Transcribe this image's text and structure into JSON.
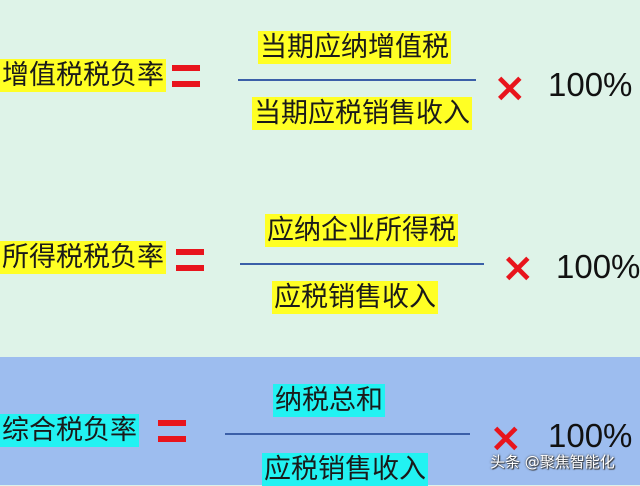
{
  "formulas": [
    {
      "label": "增值税税负率",
      "numerator": "当期应纳增值税",
      "denominator": "当期应税销售收入",
      "multiply": "×",
      "factor": "100%"
    },
    {
      "label": "所得税税负率",
      "numerator": "应纳企业所得税",
      "denominator": "应税销售收入",
      "multiply": "×",
      "factor": "100%"
    },
    {
      "label": "综合税负率",
      "numerator": "纳税总和",
      "denominator": "应税销售收入",
      "multiply": "×",
      "factor": "100%"
    }
  ],
  "watermark": "头条 @聚焦智能化",
  "colors": {
    "highlight_yellow": "#ffff24",
    "highlight_cyan": "#22f2f2",
    "operator_red": "#e8141c",
    "bg_top": "#def3e8",
    "bg_bottom": "#9dbdef"
  }
}
